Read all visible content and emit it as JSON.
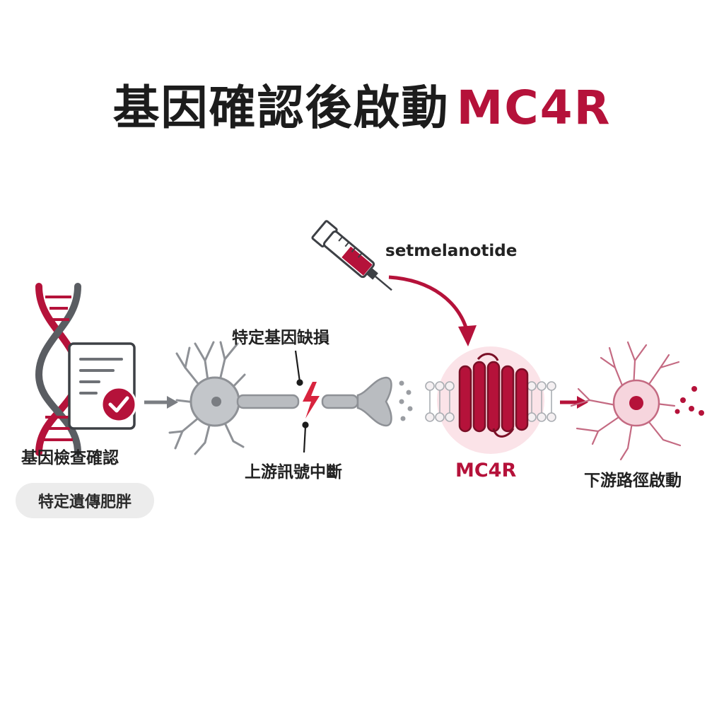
{
  "title": {
    "main": "基因確認後啟動",
    "accent": "MC4R"
  },
  "labels": {
    "genetic_test": "基因檢查確認",
    "specific_obesity": "特定遺傳肥胖",
    "gene_defect": "特定基因缺損",
    "upstream_interrupt": "上游訊號中斷",
    "receptor": "MC4R",
    "downstream": "下游路徑啟動",
    "drug": "setmelanotide"
  },
  "colors": {
    "accent": "#b5123a",
    "neuron_gray": "#b9bcc0",
    "line_gray": "#6e7176",
    "pink_glow": "#fbe3e8"
  },
  "icons": {
    "dna": "dna-helix-icon",
    "document": "document-icon",
    "check": "check-badge-icon",
    "neuron": "neuron-icon",
    "lightning": "lightning-icon",
    "syringe": "syringe-icon",
    "receptor": "receptor-icon"
  }
}
